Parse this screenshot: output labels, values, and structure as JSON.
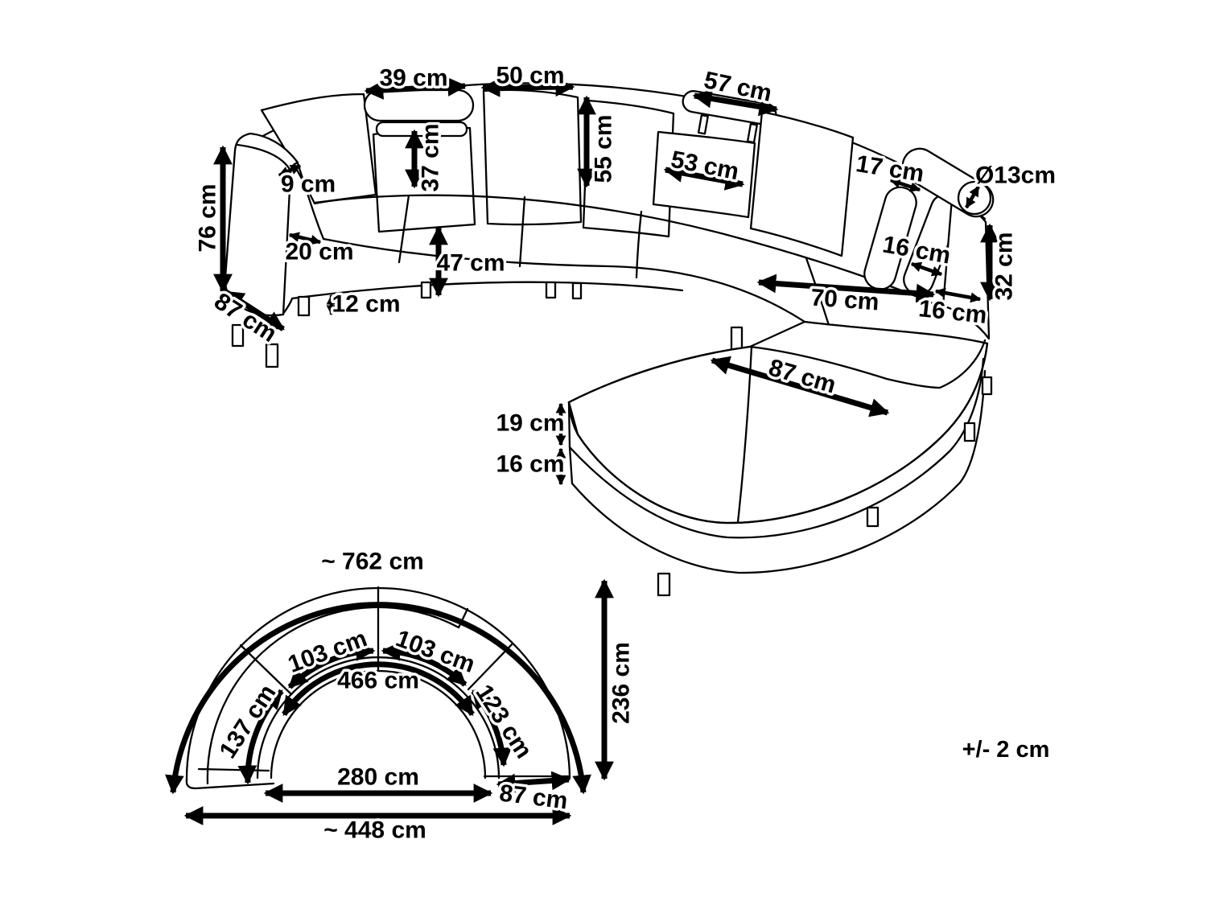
{
  "diagram_title": "curved-sectional-sofa-dimension-diagram",
  "tolerance_note": "+/- 2 cm",
  "side_view": {
    "dims": {
      "headrest_width_39": "39 cm",
      "cushion_width_50": "50 cm",
      "headrest_width_57": "57 cm",
      "cushion_height_55": "55 cm",
      "headrest_height_37": "37 cm",
      "lumbar_width_53": "53 cm",
      "end_gap_17": "17 cm",
      "bolster_diameter_13": "Ø13cm",
      "armrest_top_9": "9 cm",
      "total_height_76": "76 cm",
      "armrest_depth_20": "20 cm",
      "seat_height_47": "47 cm",
      "leg_height_12": "12 cm",
      "side_depth_87": "87 cm",
      "open_end_height_32": "32 cm",
      "end_cushion_16": "16 cm",
      "seat_depth_70": "70 cm",
      "end_panel_16": "16 cm",
      "ottoman_width_87": "87 cm",
      "ottoman_cushion_19": "19 cm",
      "ottoman_base_16": "16 cm"
    }
  },
  "plan_view": {
    "dims": {
      "outer_arc_762": "~ 762 cm",
      "arc_left_103": "103 cm",
      "arc_right_103": "103 cm",
      "inner_arc_466": "466 cm",
      "end_arc_137": "137 cm",
      "end_arc_123": "123 cm",
      "depth_236": "236 cm",
      "inner_width_280": "280 cm",
      "end_width_87": "87 cm",
      "overall_width_448": "~ 448 cm"
    }
  }
}
